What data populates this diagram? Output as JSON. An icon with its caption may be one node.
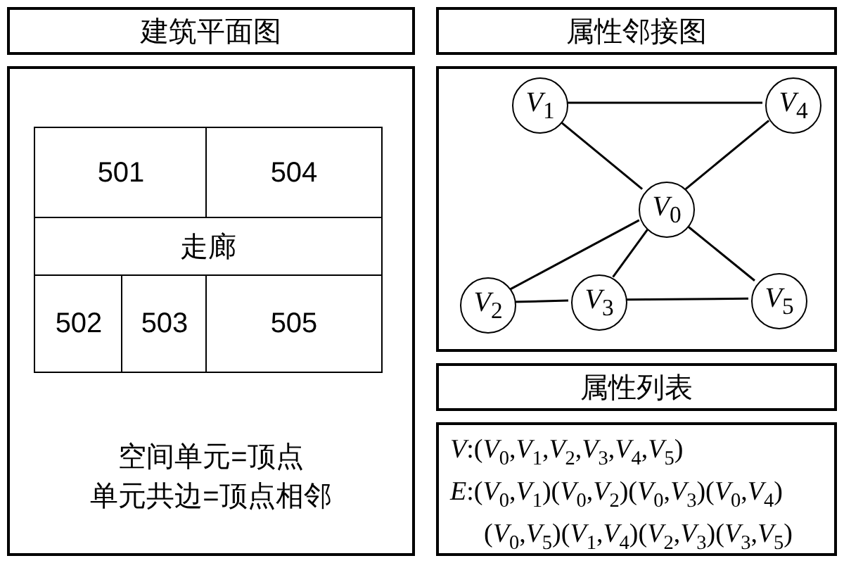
{
  "diagram": {
    "nodes": [
      {
        "text": [
          "建筑平面图"
        ]
      },
      {
        "text": [
          "空间单元=顶点",
          "单元共边=顶点相邻"
        ]
      },
      {
        "text": [
          "501"
        ],
        "in": 1
      },
      {
        "text": [
          "504"
        ],
        "in": 1
      },
      {
        "text": [
          "走廊"
        ],
        "in": 1
      },
      {
        "text": [
          "502"
        ],
        "in": 1
      },
      {
        "text": [
          "503"
        ],
        "in": 1
      },
      {
        "text": [
          "505"
        ],
        "in": 1
      },
      {
        "text": [
          "属性邻接图"
        ]
      },
      {
        "text": [],
        "shape": "box"
      },
      {
        "text": [
          "*V*$_{1}$"
        ],
        "in": 9
      },
      {
        "text": [
          "*V*$_{4}$"
        ],
        "in": 9
      },
      {
        "text": [
          "*V*$_{0}$"
        ],
        "in": 9
      },
      {
        "text": [
          "*V*$_{2}$"
        ],
        "in": 9
      },
      {
        "text": [
          "*V*$_{3}$"
        ],
        "in": 9
      },
      {
        "text": [
          "*V*$_{5}$"
        ],
        "in": 9
      },
      {
        "text": [
          "属性列表"
        ]
      },
      {
        "text": [
          "*V*:(*V*$_{0}$,*V*$_{1}$,*V*$_{2}$,*V*$_{3}$,*V*$_{4}$,*V*$_{5}$)",
          "*E*:(*V*$_{0}$,*V*$_{1}$)(*V*$_{0}$,*V*$_{2}$)(*V*$_{0}$,*V*$_{3}$)(*V*$_{0}$,*V*$_{4}$) (*V*$_{0}$,*V*$_{5}$)(*V*$_{1}$,*V*$_{4}$)(*V*$_{2}$,*V*$_{3}$)(*V*$_{3}$,*V*$_{5}$)"
        ]
      }
    ],
    "edges": [
      {
        "from": 10,
        "to": 11,
        "arrow": "none"
      },
      {
        "from": 10,
        "to": 12,
        "arrow": "none"
      },
      {
        "from": 11,
        "to": 12,
        "arrow": "none"
      },
      {
        "from": 12,
        "to": 13,
        "arrow": "none"
      },
      {
        "from": 12,
        "to": 14,
        "arrow": "none"
      },
      {
        "from": 12,
        "to": 15,
        "arrow": "none"
      },
      {
        "from": 13,
        "to": 14,
        "arrow": "none"
      },
      {
        "from": 14,
        "to": 15,
        "arrow": "none"
      }
    ]
  }
}
